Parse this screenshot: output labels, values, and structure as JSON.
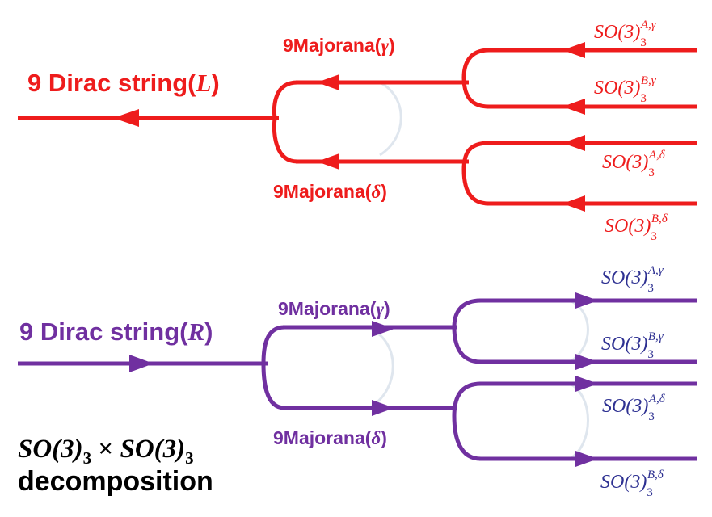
{
  "colors": {
    "red": "#ee1c1c",
    "purple": "#7030a0",
    "purple_light": "#8a4ab8",
    "navy": "#2e3192",
    "black": "#000000",
    "ghost": "#dfe6ee"
  },
  "top": {
    "main_label_prefix": "9 Dirac string(",
    "main_label_var": "L",
    "main_label_suffix": ")",
    "branch_gamma_prefix": "9Majorana(",
    "branch_gamma_var": "γ",
    "branch_delta_prefix": "9Majorana(",
    "branch_delta_var": "δ",
    "paren_close": ")",
    "outputs": [
      {
        "base": "SO(3)",
        "sub": "3",
        "sup": "A,γ"
      },
      {
        "base": "SO(3)",
        "sub": "3",
        "sup": "B,γ"
      },
      {
        "base": "SO(3)",
        "sub": "3",
        "sup": "A,δ"
      },
      {
        "base": "SO(3)",
        "sub": "3",
        "sup": "B,δ"
      }
    ]
  },
  "bottom": {
    "main_label_prefix": "9 Dirac string(",
    "main_label_var": "R",
    "main_label_suffix": ")",
    "branch_gamma_prefix": "9Majorana(",
    "branch_gamma_var": "γ",
    "branch_delta_prefix": "9Majorana(",
    "branch_delta_var": "δ",
    "paren_close": ")",
    "outputs": [
      {
        "base": "SO(3)",
        "sub": "3",
        "sup": "A,γ"
      },
      {
        "base": "SO(3)",
        "sub": "3",
        "sup": "B,γ"
      },
      {
        "base": "SO(3)",
        "sub": "3",
        "sup": "A,δ"
      },
      {
        "base": "SO(3)",
        "sub": "3",
        "sup": "B,δ"
      }
    ]
  },
  "caption": {
    "formula_a": "SO(3)",
    "formula_sub_a": "3",
    "times": " × ",
    "formula_b": "SO(3)",
    "formula_sub_b": "3",
    "line2": "decomposition"
  }
}
